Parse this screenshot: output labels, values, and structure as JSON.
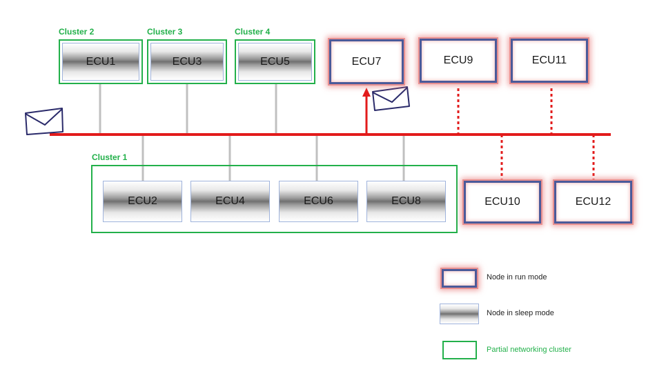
{
  "clusters": {
    "cluster1": "Cluster 1",
    "cluster2": "Cluster 2",
    "cluster3": "Cluster 3",
    "cluster4": "Cluster 4"
  },
  "ecus": {
    "ecu1": "ECU1",
    "ecu2": "ECU2",
    "ecu3": "ECU3",
    "ecu4": "ECU4",
    "ecu5": "ECU5",
    "ecu6": "ECU6",
    "ecu7": "ECU7",
    "ecu8": "ECU8",
    "ecu9": "ECU9",
    "ecu10": "ECU10",
    "ecu11": "ECU11",
    "ecu12": "ECU12"
  },
  "legend": {
    "run": "Node in run mode",
    "sleep": "Node in sleep mode",
    "cluster": "Partial networking cluster"
  },
  "colors": {
    "bus": "#e21b1b",
    "cluster": "#22b04a",
    "run_border": "#4a5a9a",
    "run_glow": "#e89090",
    "sleep_border": "#9fb3dc",
    "connector": "#c0c0c0"
  },
  "icons": {
    "message_left": "envelope-icon",
    "message_right": "envelope-icon"
  }
}
